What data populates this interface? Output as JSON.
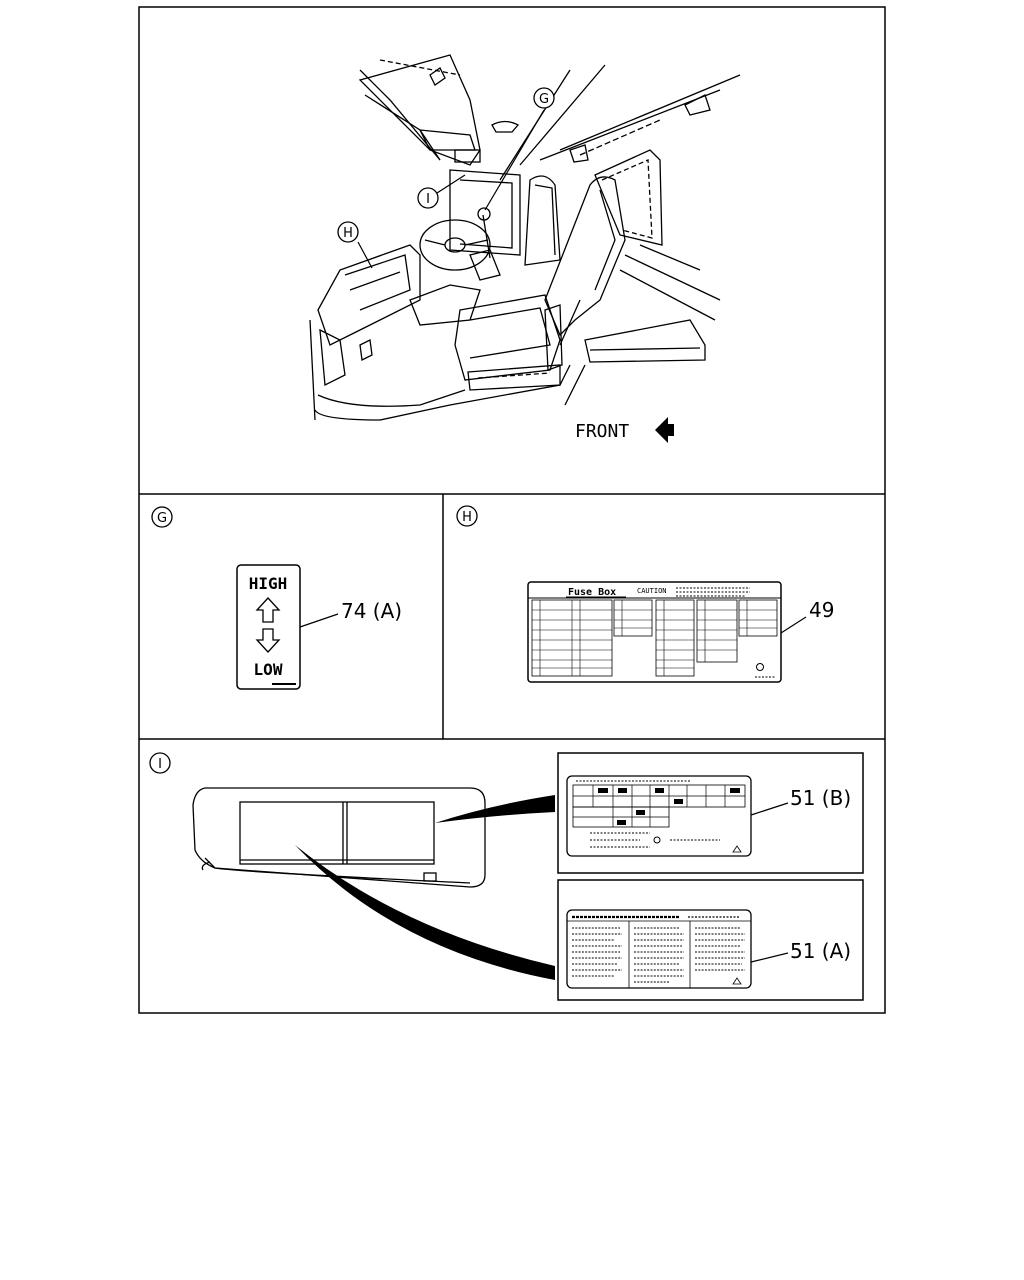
{
  "callouts": {
    "g": "G",
    "h": "H",
    "i": "I"
  },
  "direction_label": "FRONT",
  "labels": {
    "gear_label": {
      "part_no": "74 (A)",
      "high": "HIGH",
      "low": "LOW"
    },
    "fuse_box_label": {
      "part_no": "49",
      "title": "Fuse Box",
      "caution": "CAUTION"
    },
    "sun_visor_label_b": {
      "part_no": "51 (B)"
    },
    "sun_visor_label_a": {
      "part_no": "51 (A)"
    }
  }
}
